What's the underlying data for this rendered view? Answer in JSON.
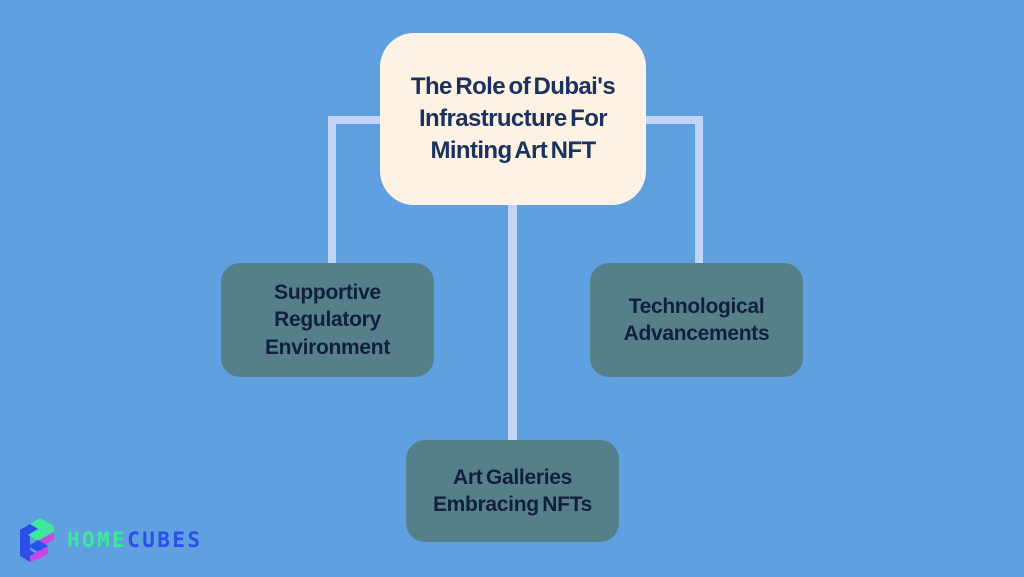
{
  "diagram": {
    "type": "mind-map",
    "background_color": "#5fa0e0",
    "connector_color": "#c2d4f7",
    "root": {
      "label": "The Role of Dubai's Infrastructure For Minting Art NFT",
      "fill_color": "#fdf2e4",
      "text_color": "#1b3260"
    },
    "children": [
      {
        "id": "regulatory",
        "label": "Supportive Regulatory Environment",
        "fill_color": "#55808a",
        "text_color": "#111f3c"
      },
      {
        "id": "technological",
        "label": "Technological Advancements",
        "fill_color": "#55808a",
        "text_color": "#111f3c"
      },
      {
        "id": "galleries",
        "label": "Art Galleries Embracing NFTs",
        "fill_color": "#55808a",
        "text_color": "#111f3c"
      }
    ]
  },
  "logo": {
    "mark_name": "isometric-cube-logo-icon",
    "word_one": "HOME",
    "word_two": "CUBES",
    "word_one_color": "#3ee89a",
    "word_two_color": "#2b4fe8",
    "mark_colors": {
      "blue": "#2b4fe8",
      "green": "#3ee89a",
      "magenta": "#c44ae0"
    }
  }
}
